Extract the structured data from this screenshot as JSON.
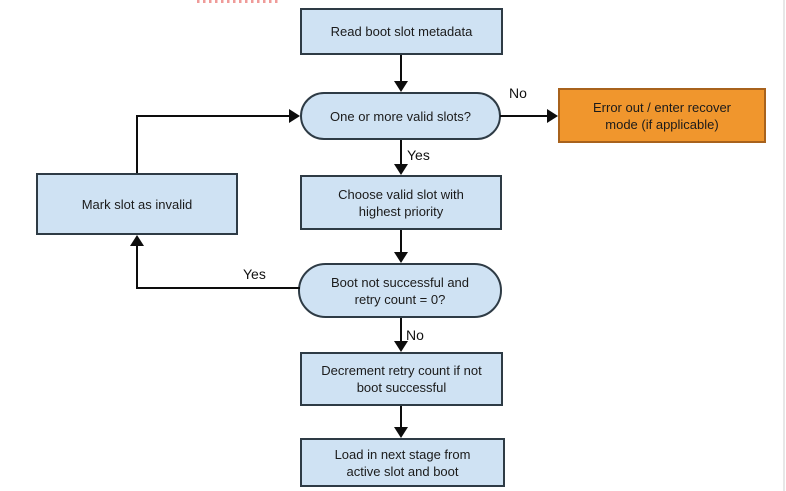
{
  "colors": {
    "node_fill_blue": "#cfe2f3",
    "node_border_blue": "#2e3b45",
    "node_fill_orange": "#f0962d",
    "node_border_orange": "#a8621c",
    "arrow_color": "#0d0d0d",
    "text_color": "#1b1b1b",
    "artifact_red": "#ef9b99"
  },
  "flowchart": {
    "nodes": {
      "read_metadata": {
        "label": "Read boot slot metadata",
        "shape": "rect"
      },
      "valid_slots": {
        "label": "One or more valid slots?",
        "shape": "stadium"
      },
      "error_out": {
        "label": "Error out / enter recover mode (if applicable)",
        "shape": "rect"
      },
      "choose_slot": {
        "label": "Choose valid slot with highest priority",
        "shape": "rect"
      },
      "mark_invalid": {
        "label": "Mark slot as invalid",
        "shape": "rect"
      },
      "boot_check": {
        "label": "Boot not successful and retry count = 0?",
        "shape": "stadium"
      },
      "decrement": {
        "label": "Decrement retry count if not boot successful",
        "shape": "rect"
      },
      "load_next": {
        "label": "Load in next stage from active slot and boot",
        "shape": "rect"
      }
    },
    "edge_labels": {
      "no_to_error": "No",
      "yes_to_choose": "Yes",
      "yes_to_mark": "Yes",
      "no_to_decrement": "No"
    }
  }
}
